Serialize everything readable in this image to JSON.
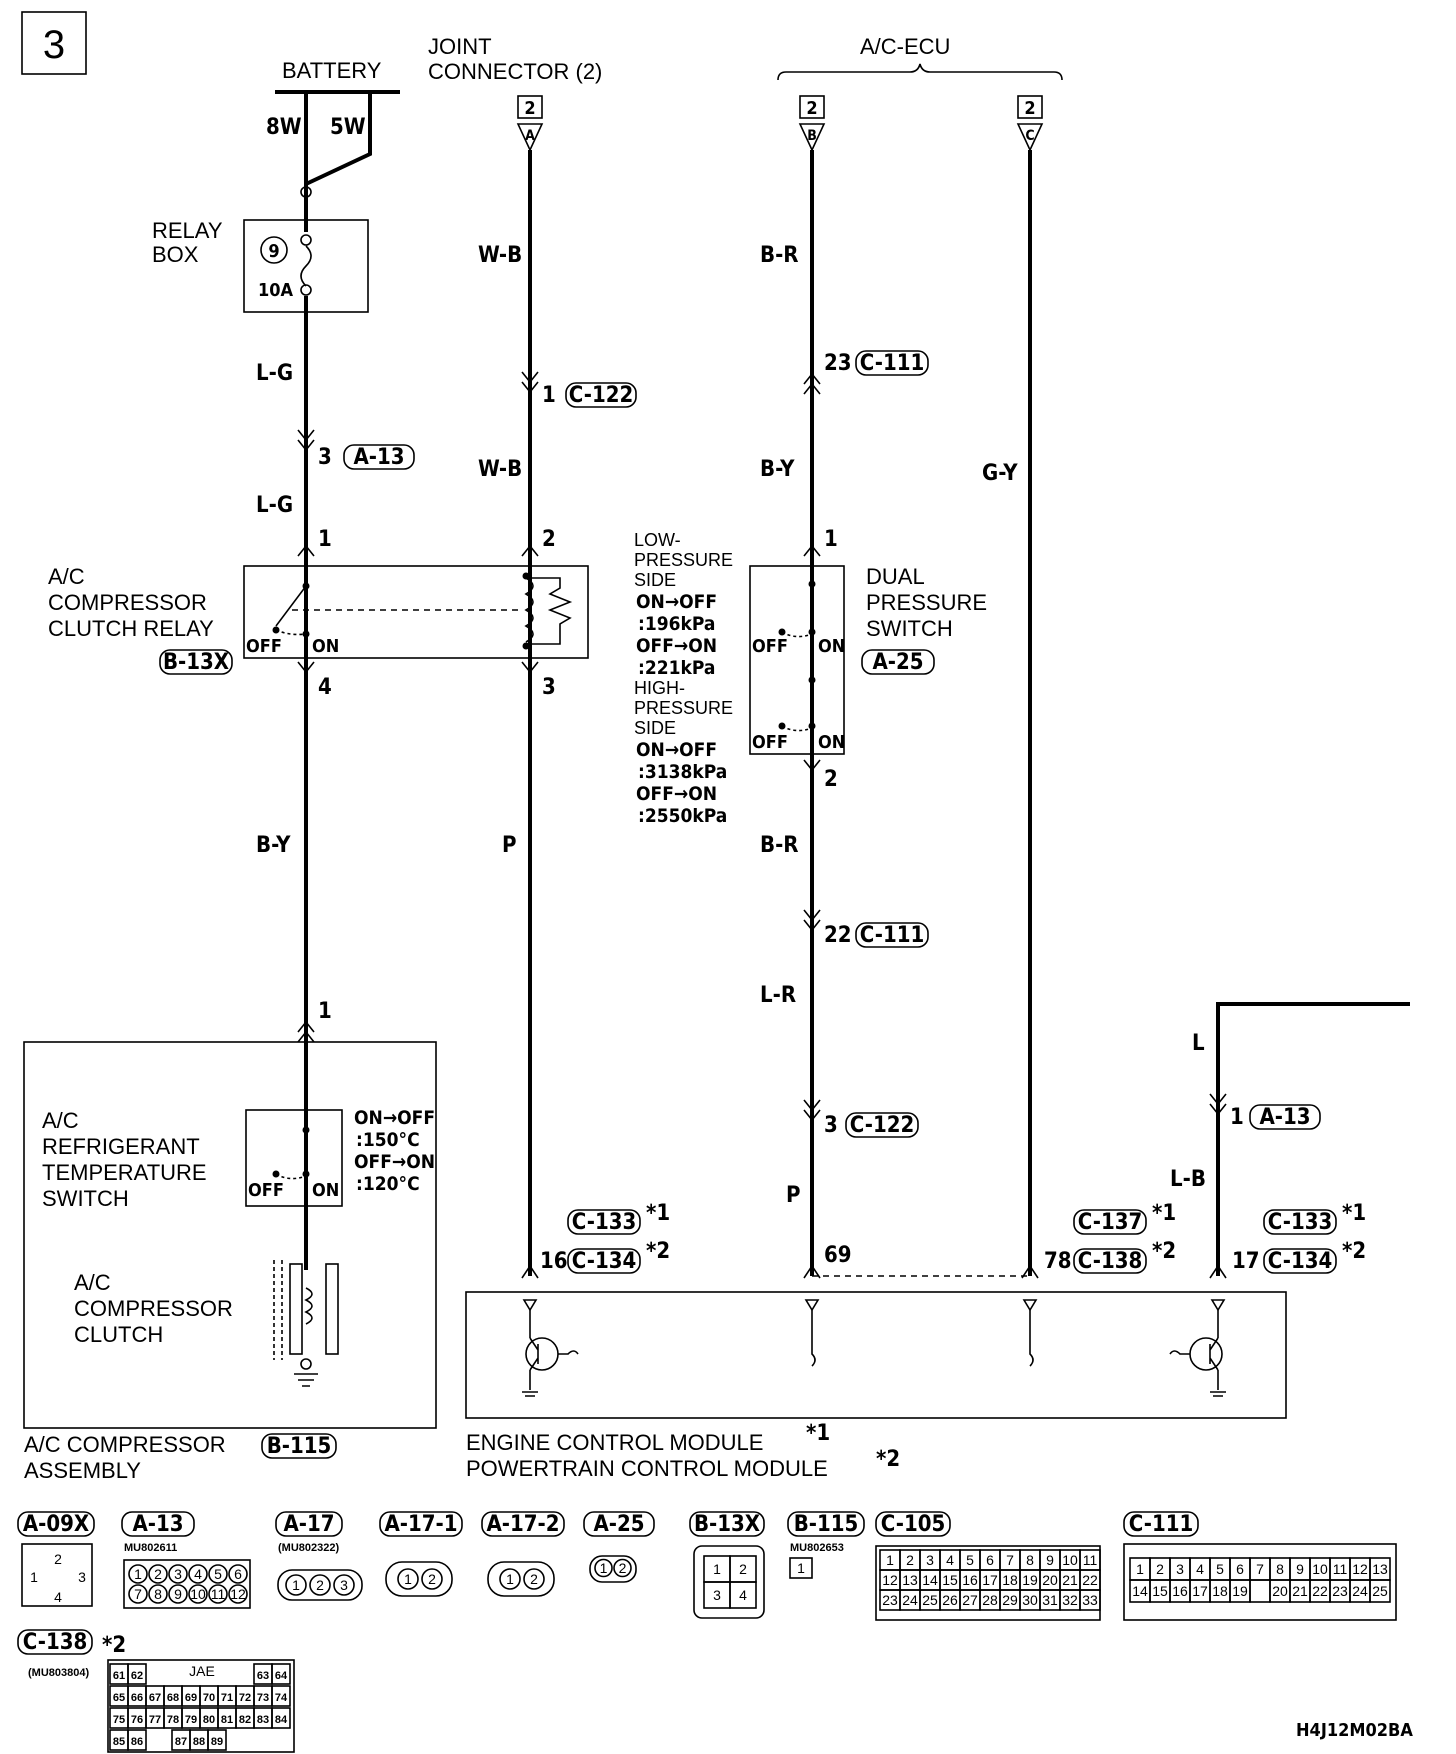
{
  "page_number": "3",
  "top_labels": {
    "battery": "BATTERY",
    "joint_connector": [
      "JOINT",
      "CONNECTOR (2)"
    ],
    "ac_ecu": "A/C-ECU"
  },
  "battery_fuses": [
    "8W",
    "5W"
  ],
  "relay_box": {
    "label": [
      "RELAY",
      "BOX"
    ],
    "fuse_no": "9",
    "rating": "10A"
  },
  "connector_tags": {
    "a": "A",
    "b": "B",
    "c": "C",
    "num": "2"
  },
  "wire_colors": {
    "lg1": "L-G",
    "lg2": "L-G",
    "by1": "B-Y",
    "wb1": "W-B",
    "wb2": "W-B",
    "p1": "P",
    "br1": "B-R",
    "by2": "B-Y",
    "br2": "B-R",
    "lr": "L-R",
    "p2": "P",
    "gy": "G-Y",
    "l": "L",
    "lb": "L-B"
  },
  "pin_labels": {
    "p3_a13": "3",
    "a13": "A-13",
    "p1_c122": "1",
    "c122": "C-122",
    "p23_c111": "23",
    "c111": "C-111",
    "p22_c111": "22",
    "c111b": "C-111",
    "p3_c122": "3",
    "c122b": "C-122",
    "p1_a13": "1",
    "a13b": "A-13",
    "relay1": "1",
    "relay2": "2",
    "relay3": "3",
    "relay4": "4",
    "dps1": "1",
    "dps2": "2",
    "clutch1": "1"
  },
  "relay": {
    "name": [
      "A/C",
      "COMPRESSOR",
      "CLUTCH RELAY"
    ],
    "connector": "B-13X",
    "off": "OFF",
    "on": "ON"
  },
  "dual_pressure_switch": {
    "name": [
      "DUAL",
      "PRESSURE",
      "SWITCH"
    ],
    "connector": "A-25",
    "spec": [
      "LOW-",
      "PRESSURE",
      "SIDE",
      "ON→OFF",
      ":196kPa",
      "OFF→ON",
      ":221kPa",
      "HIGH-",
      "PRESSURE",
      "SIDE",
      "ON→OFF",
      ":3138kPa",
      "OFF→ON",
      ":2550kPa"
    ],
    "off": "OFF",
    "on": "ON"
  },
  "ref_switch": {
    "name": [
      "A/C",
      "REFRIGERANT",
      "TEMPERATURE",
      "SWITCH"
    ],
    "spec": [
      "ON→OFF",
      ":150°C",
      "OFF→ON",
      ":120°C"
    ],
    "off": "OFF",
    "on": "ON"
  },
  "clutch": {
    "name": [
      "A/C",
      "COMPRESSOR",
      "CLUTCH"
    ]
  },
  "compressor_assembly": {
    "name": "A/C COMPRESSOR",
    "connector": "B-115",
    "line2": "ASSEMBLY"
  },
  "ecm_pins": {
    "c133a": "C-133",
    "star1": "*1",
    "p16": "16",
    "c134a": "C-134",
    "star2": "*2",
    "p69": "69",
    "c137": "C-137",
    "p78": "78",
    "c138": "C-138",
    "c133b": "C-133",
    "p17": "17",
    "c134b": "C-134"
  },
  "ecm": {
    "line1": "ENGINE CONTROL MODULE",
    "star1": "*1",
    "line2": "POWERTRAIN CONTROL MODULE",
    "star2": "*2"
  },
  "connector_list": [
    {
      "id": "A-09X",
      "part": ""
    },
    {
      "id": "A-13",
      "part": "MU802611"
    },
    {
      "id": "A-17",
      "part": "(MU802322)"
    },
    {
      "id": "A-17-1",
      "part": ""
    },
    {
      "id": "A-17-2",
      "part": ""
    },
    {
      "id": "A-25",
      "part": ""
    },
    {
      "id": "B-13X",
      "part": ""
    },
    {
      "id": "B-115",
      "part": "MU802653"
    },
    {
      "id": "C-105",
      "part": ""
    },
    {
      "id": "C-111",
      "part": ""
    }
  ],
  "c138_footer": {
    "id": "C-138",
    "star": "*2",
    "part": "(MU803804)",
    "maker": "JAE"
  },
  "pin_grids": {
    "a09x": [
      "1",
      "2",
      "3",
      "4"
    ],
    "a13": [
      "1",
      "2",
      "3",
      "4",
      "5",
      "6",
      "7",
      "8",
      "9",
      "10",
      "11",
      "12"
    ],
    "a17": [
      "1",
      "2",
      "3"
    ],
    "a171": [
      "1",
      "2"
    ],
    "a172": [
      "1",
      "2"
    ],
    "a25": [
      "1",
      "2"
    ],
    "b13x": [
      "1",
      "2",
      "3",
      "4"
    ],
    "b115": [
      "1"
    ],
    "c105": [
      "1",
      "2",
      "3",
      "4",
      "5",
      "6",
      "7",
      "8",
      "9",
      "10",
      "11",
      "12",
      "13",
      "14",
      "15",
      "16",
      "17",
      "18",
      "19",
      "20",
      "21",
      "22",
      "23",
      "24",
      "25",
      "26",
      "27",
      "28",
      "29",
      "30",
      "31",
      "32",
      "33"
    ],
    "c111": [
      "1",
      "2",
      "3",
      "4",
      "5",
      "6",
      "7",
      "8",
      "9",
      "10",
      "11",
      "12",
      "13",
      "14",
      "15",
      "16",
      "17",
      "18",
      "19",
      "",
      "20",
      "21",
      "22",
      "23",
      "24",
      "25"
    ],
    "c138": [
      "61",
      "62",
      "63",
      "64",
      "65",
      "66",
      "67",
      "68",
      "69",
      "70",
      "71",
      "72",
      "73",
      "74",
      "75",
      "76",
      "77",
      "78",
      "79",
      "80",
      "81",
      "82",
      "83",
      "84",
      "85",
      "86",
      "87",
      "88",
      "89"
    ]
  },
  "diagram_code": "H4J12M02BA"
}
